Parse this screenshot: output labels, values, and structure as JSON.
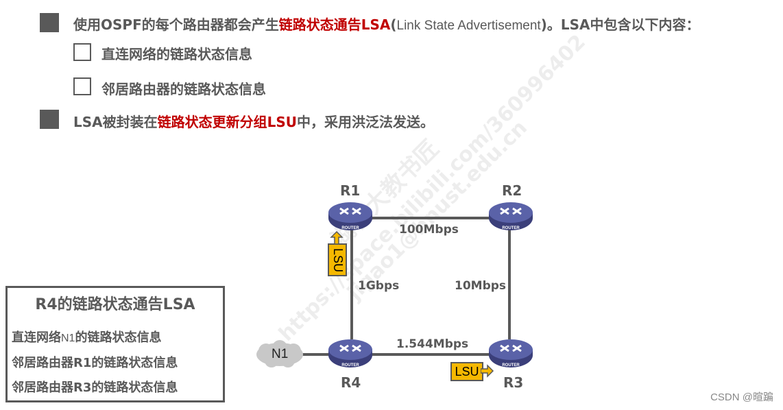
{
  "bullets": {
    "line1": {
      "prefix": "使用OSPF的每个路由器都会产生",
      "highlight": "链路状态通告LSA",
      "paren_open": "(",
      "english": "Link State Advertisement",
      "paren_close": ")",
      "suffix": "。LSA中包含以下内容："
    },
    "sub_items": [
      {
        "label": "直连网络的链路状态信息"
      },
      {
        "label": "邻居路由器的链路状态信息"
      }
    ],
    "line2": {
      "prefix": "LSA被封装在",
      "highlight": "链路状态更新分组LSU",
      "suffix": "中，采用洪泛法发送。"
    }
  },
  "diagram": {
    "routers": [
      {
        "id": "R1",
        "label": "R1",
        "icon_text": "ROUTER"
      },
      {
        "id": "R2",
        "label": "R2",
        "icon_text": "ROUTER"
      },
      {
        "id": "R3",
        "label": "R3",
        "icon_text": "ROUTER"
      },
      {
        "id": "R4",
        "label": "R4",
        "icon_text": "ROUTER"
      }
    ],
    "network": {
      "label": "N1"
    },
    "links": [
      {
        "from": "R1",
        "to": "R2",
        "speed": "100Mbps"
      },
      {
        "from": "R1",
        "to": "R4",
        "speed": "1Gbps"
      },
      {
        "from": "R2",
        "to": "R3",
        "speed": "10Mbps"
      },
      {
        "from": "R4",
        "to": "R3",
        "speed": "1.544Mbps"
      },
      {
        "from": "N1",
        "to": "R4",
        "speed": ""
      }
    ],
    "lsu_tags": [
      {
        "label": "LSU",
        "target": "R1",
        "direction": "up"
      },
      {
        "label": "LSU",
        "target": "R3",
        "direction": "right"
      }
    ]
  },
  "lsa_box": {
    "title": "R4的链路状态通告LSA",
    "items": [
      {
        "prefix": "直连网络",
        "mid": "N1",
        "suffix": "的链路状态信息"
      },
      {
        "label": "邻居路由器R1的链路状态信息"
      },
      {
        "label": "邻居路由器R3的链路状态信息"
      }
    ]
  },
  "watermark": {
    "line1": "湖科大教书匠",
    "line2": "https://space.bilibili.com/360996402",
    "line3": "jigao1@hnust.edu.cn"
  },
  "footer": {
    "credit": "CSDN @暄蹁"
  },
  "colors": {
    "text": "#595959",
    "highlight": "#c00000",
    "router": "#5a62a8",
    "lsu": "#f5b800"
  }
}
